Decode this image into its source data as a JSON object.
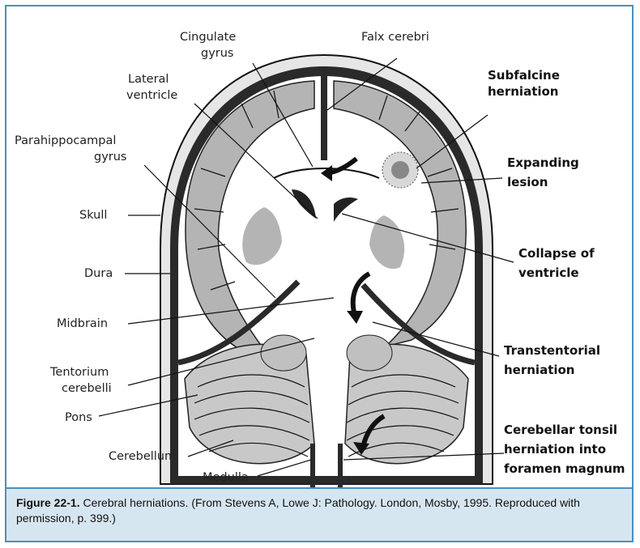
{
  "labels_left": {
    "cingulate_1": "Cingulate",
    "cingulate_2": "gyrus",
    "lateral_1": "Lateral",
    "lateral_2": "ventricle",
    "parahippo_1": "Parahippocampal",
    "parahippo_2": "gyrus",
    "skull": "Skull",
    "dura": "Dura",
    "midbrain": "Midbrain",
    "tentorium_1": "Tentorium",
    "tentorium_2": "cerebelli",
    "pons": "Pons",
    "cerebellum": "Cerebellum",
    "medulla": "Medulla"
  },
  "labels_right": {
    "falx": "Falx cerebri",
    "subfalcine_1": "Subfalcine",
    "subfalcine_2": "herniation",
    "expanding_1": "Expanding",
    "expanding_2": "lesion",
    "collapse_1": "Collapse of",
    "collapse_2": "ventricle",
    "transtentorial_1": "Transtentorial",
    "transtentorial_2": "herniation",
    "tonsil_1": "Cerebellar tonsil",
    "tonsil_2": "herniation into",
    "tonsil_3": "foramen magnum"
  },
  "caption": {
    "figure_label": "Figure 22-1.",
    "text": " Cerebral herniations. (From Stevens A, Lowe J: Pathology. London, Mosby, 1995. Reproduced with permission, p. 399.)"
  },
  "colors": {
    "frame_border": "#4a8fbf",
    "caption_bg": "#d6e6f1",
    "skull": "#e6e6e6",
    "dura": "#2a2a2a",
    "gray_matter": "#b4b4b4"
  }
}
